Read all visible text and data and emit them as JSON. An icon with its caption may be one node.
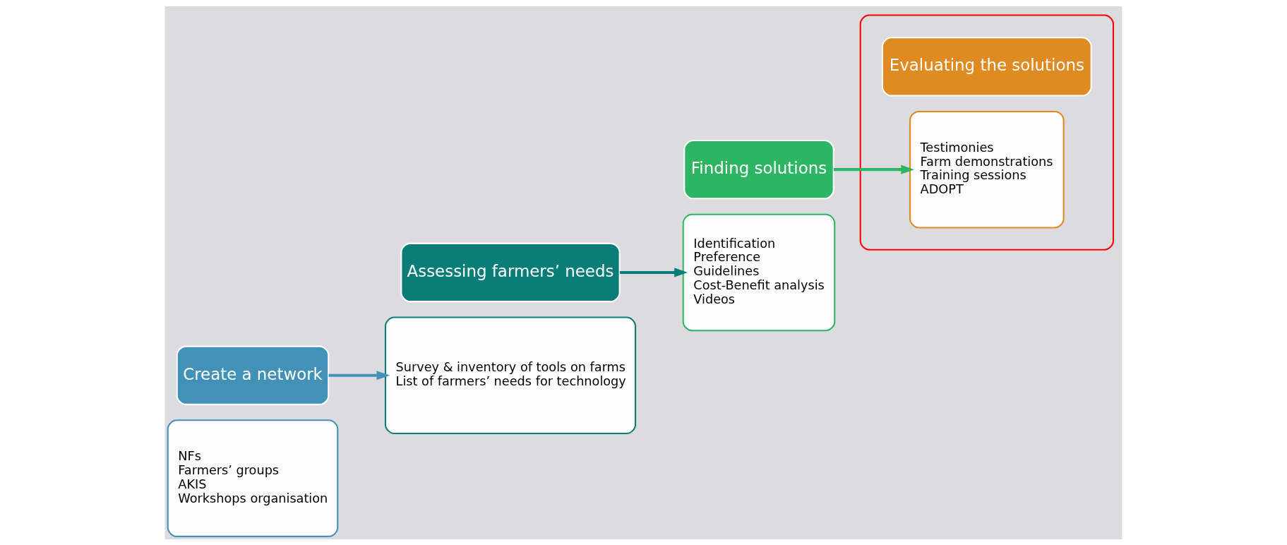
{
  "diagram": {
    "nodes": [
      {
        "text": [
          "NFs",
          "Farmers’ groups",
          "AKIS",
          "Workshops organisation"
        ]
      },
      {
        "text": [
          "Create a network"
        ]
      },
      {
        "text": [
          "Assessing farmers’ needs"
        ]
      },
      {
        "text": [
          "Survey & inventory of tools on farms",
          "List of farmers’ needs for technology"
        ]
      },
      {
        "text": [
          "Identification",
          "Preference",
          "Guidelines",
          "Cost-Benefit analysis",
          "Videos"
        ]
      },
      {
        "text": [
          "Finding solutions"
        ]
      },
      {
        "text": [],
        "shape": "ellipse"
      },
      {
        "text": [
          "Evaluating the solutions"
        ],
        "in": 6
      },
      {
        "text": [
          "Testimonies",
          "Farm demonstrations",
          "Training sessions",
          "ADOPT"
        ],
        "in": 6
      }
    ],
    "edges": [
      {
        "from": 1,
        "to": 3,
        "arrow": "to",
        "color": "#4292b8"
      },
      {
        "from": 2,
        "to": 4,
        "arrow": "to",
        "color": "#0a7d78"
      },
      {
        "from": 5,
        "to": 8,
        "arrow": "to",
        "color": "#2db563"
      }
    ]
  }
}
